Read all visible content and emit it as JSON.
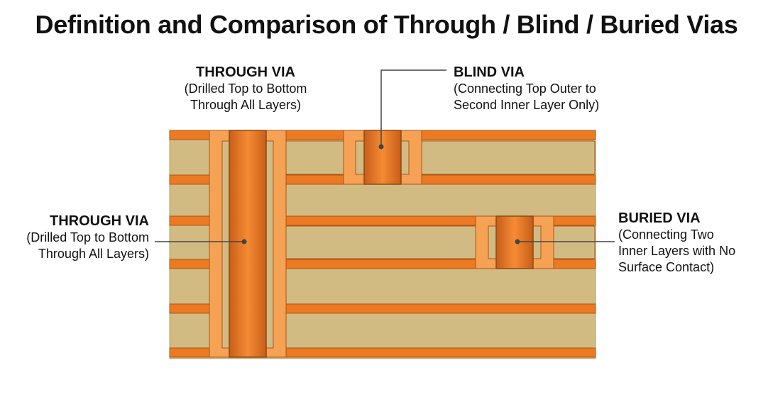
{
  "title": "Definition and Comparison of Through / Blind / Buried Vias",
  "labels": {
    "through_via_top": {
      "heading": "THROUGH VIA",
      "line1": "(Drilled Top to Bottom",
      "line2": "Through All Layers)"
    },
    "through_via_left": {
      "heading": "THROUGH VIA",
      "line1": "(Drilled Top to Bottom",
      "line2": "Through All Layers)"
    },
    "blind_via": {
      "heading": "BLIND VIA",
      "line1": "(Connecting Top Outer to",
      "line2": "Second Inner Layer Only)"
    },
    "buried_via": {
      "heading": "BURIED VIA",
      "line1": "(Connecting Two",
      "line2": "Inner Layers with No",
      "line3": "Surface Contact)"
    }
  },
  "colors": {
    "substrate": "#d2bb83",
    "copper_trace": "#ec7a22",
    "via_barrel": "#d96a1e",
    "via_highlight": "#f5953f",
    "via_pad": "#f6a254",
    "outline": "#8a4a16",
    "leader_line": "#444444"
  }
}
